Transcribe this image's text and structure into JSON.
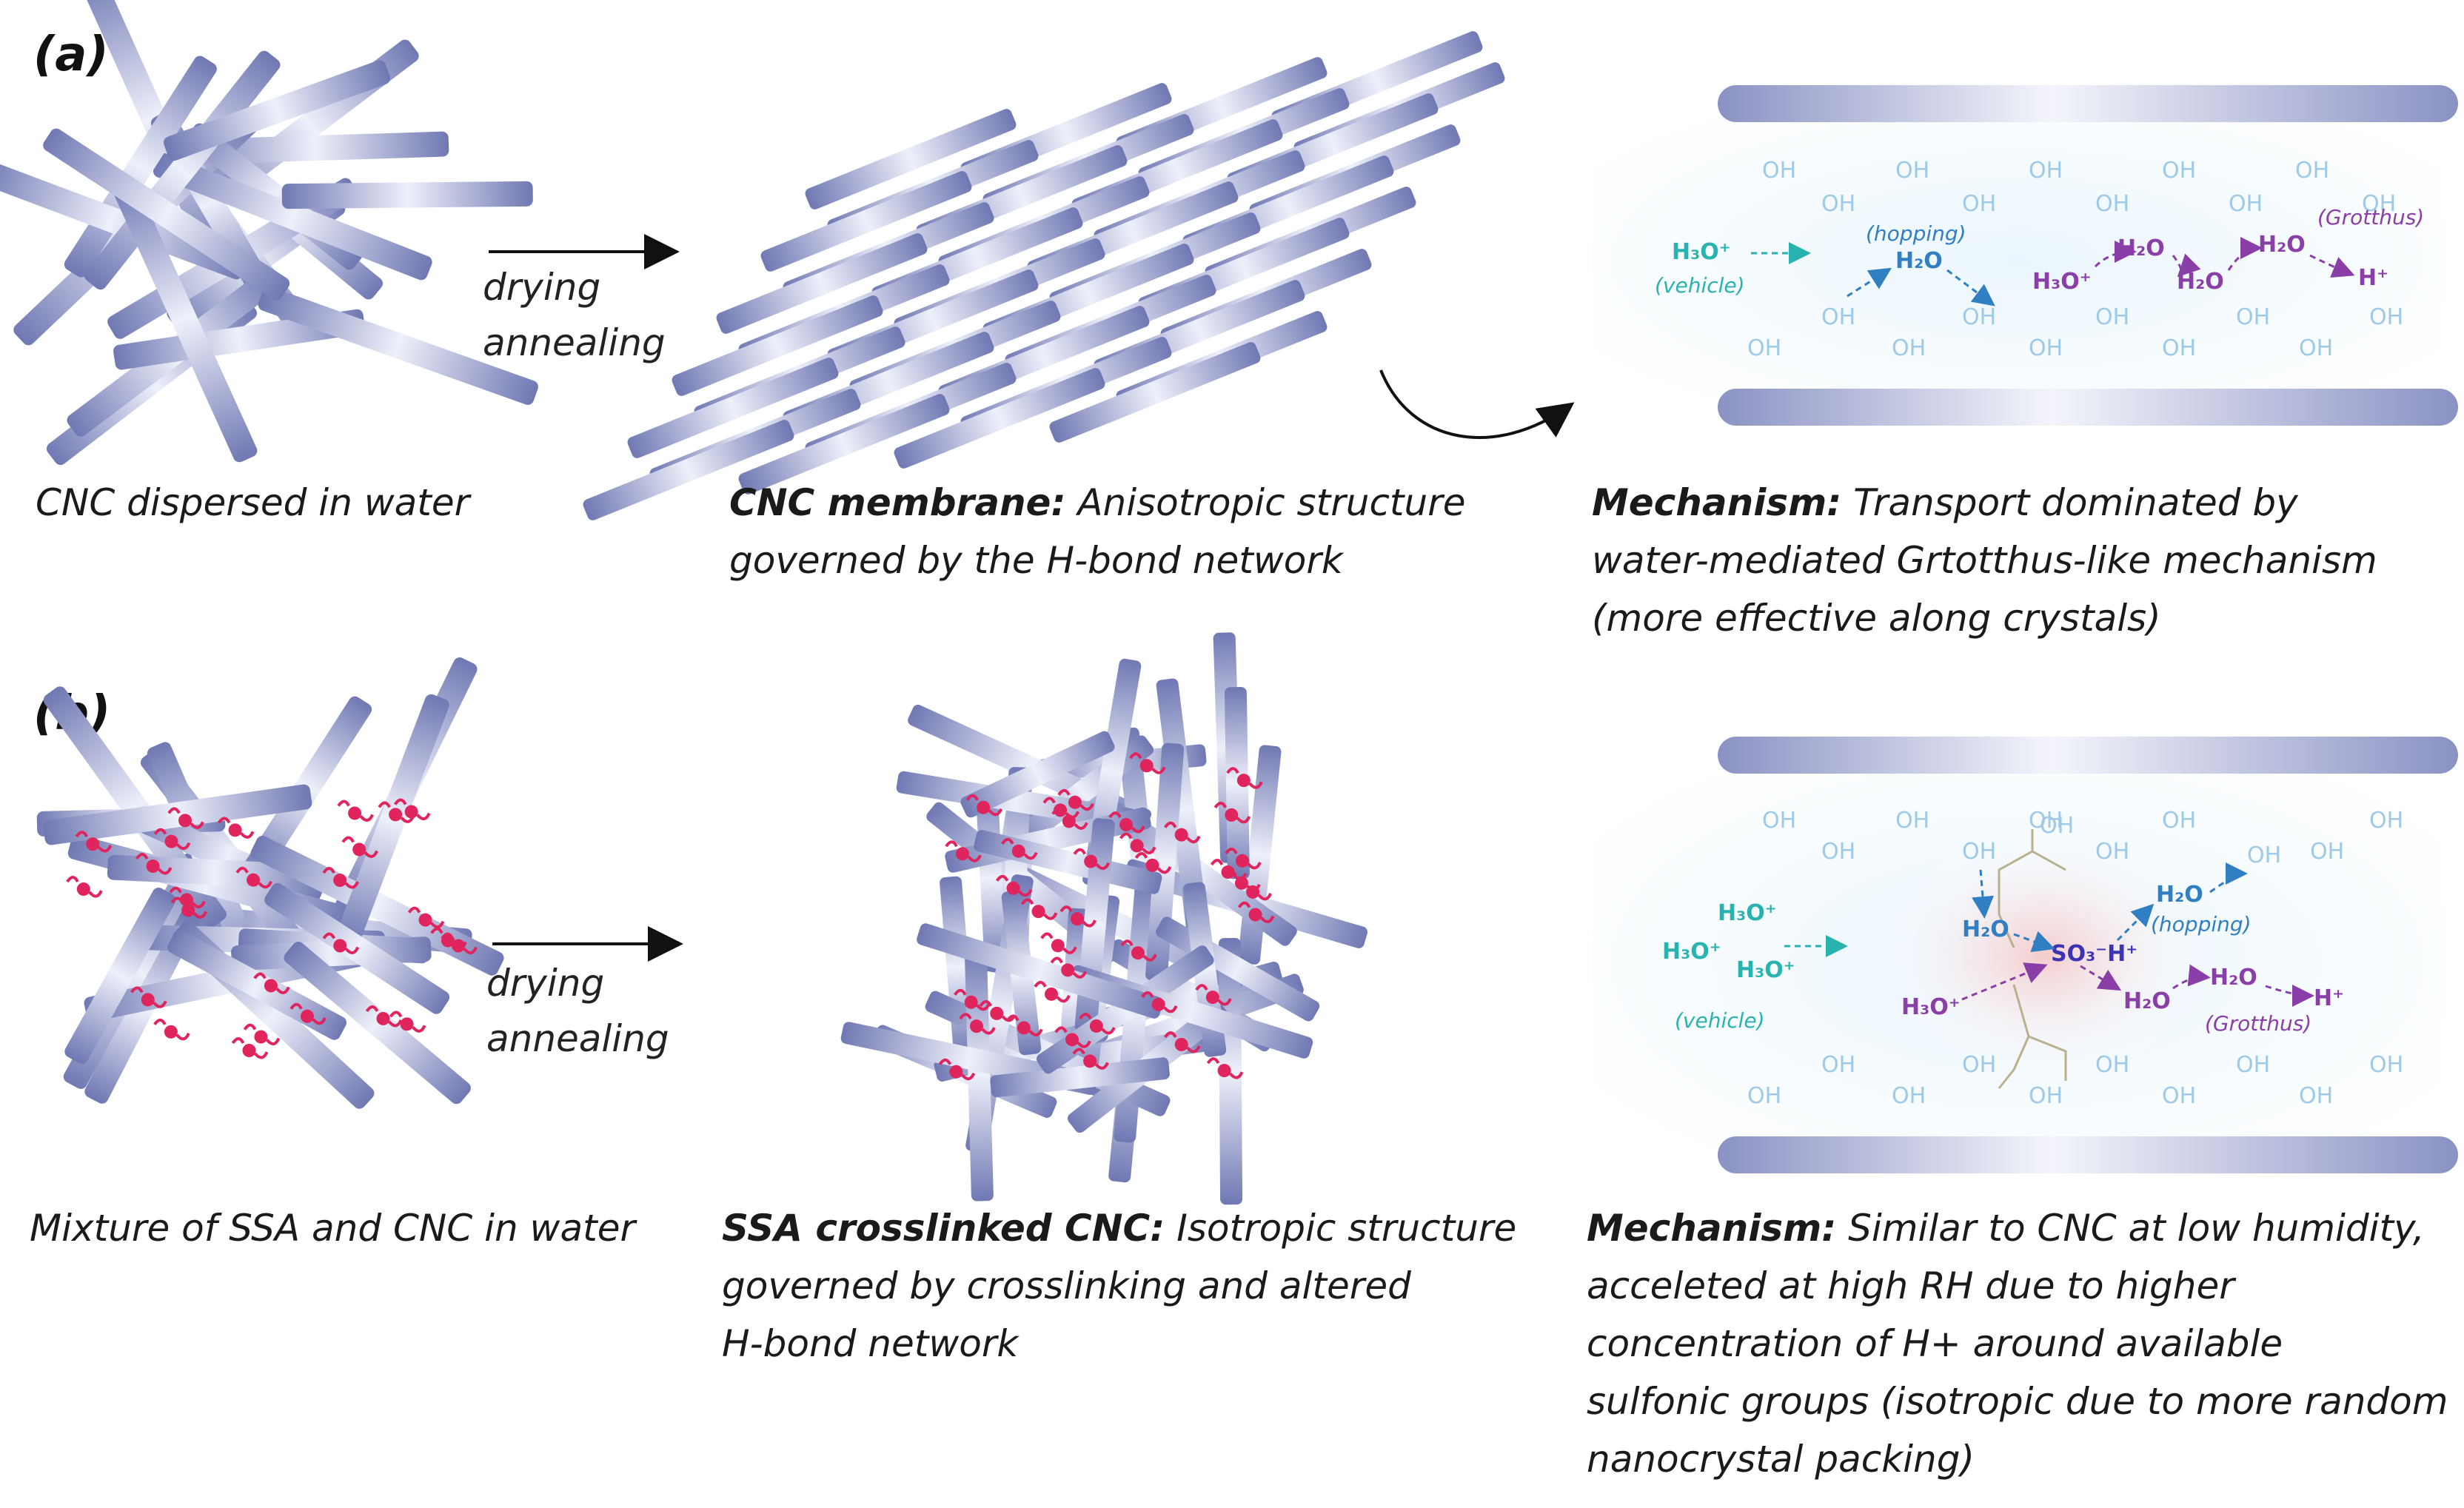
{
  "panels": [
    {
      "label": "(a)",
      "step1": "drying",
      "step2": "annealing",
      "caption1": "CNC dispersed in water",
      "caption2_bold": "CNC membrane:",
      "caption2_rest1": " Anisotropic structure",
      "caption2_line2": "governed by the H-bond network",
      "caption3_bold": "Mechanism:",
      "caption3_rest1": " Transport dominated by",
      "caption3_line2": "water-mediated Grtotthus-like mechanism",
      "caption3_line3": "(more effective along crystals)",
      "mech": {
        "oh": "OH",
        "h3o": "H₃O⁺",
        "h2o": "H₂O",
        "hplus": "H⁺",
        "vehicle": "(vehicle)",
        "hopping": "(hopping)",
        "grotthus": "(Grotthus)"
      }
    },
    {
      "label": "(b)",
      "step1": "drying",
      "step2": "annealing",
      "caption1": "Mixture of SSA and CNC in water",
      "caption2_bold": "SSA crosslinked CNC:",
      "caption2_rest1": " Isotropic structure",
      "caption2_line2": "governed by crosslinking and altered",
      "caption2_line3": "H-bond network",
      "caption3_bold": "Mechanism:",
      "caption3_rest1": " Similar to CNC at low humidity,",
      "caption3_line2": "acceleted at high RH due to higher",
      "caption3_line3": "concentration of H+ around available",
      "caption3_line4": "sulfonic groups (isotropic due to more random",
      "caption3_line5": "nanocrystal packing)",
      "mech": {
        "oh": "OH",
        "h3o": "H₃O⁺",
        "h2o": "H₂O",
        "hplus": "H⁺",
        "so3": "SO₃⁻H⁺",
        "vehicle": "(vehicle)",
        "hopping": "(hopping)",
        "grotthus": "(Grotthus)"
      }
    }
  ],
  "colors": {
    "rod": "#7880b8",
    "rod_light": "#eef0fa",
    "ssa": "#e0245e",
    "cyan": "#29b3b0",
    "blue": "#2f7fc2",
    "purple": "#8a3ea8",
    "oh": "#9ecae8"
  }
}
